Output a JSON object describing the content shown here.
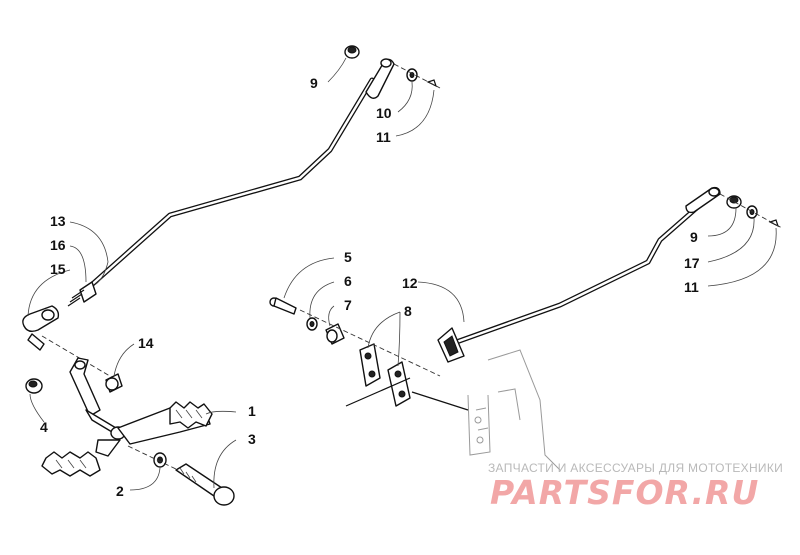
{
  "diagram": {
    "callouts": [
      {
        "id": "c1",
        "text": "1"
      },
      {
        "id": "c2",
        "text": "2"
      },
      {
        "id": "c3",
        "text": "3"
      },
      {
        "id": "c4",
        "text": "4"
      },
      {
        "id": "c5",
        "text": "5"
      },
      {
        "id": "c6",
        "text": "6"
      },
      {
        "id": "c7",
        "text": "7"
      },
      {
        "id": "c8",
        "text": "8"
      },
      {
        "id": "c9a",
        "text": "9"
      },
      {
        "id": "c9b",
        "text": "9"
      },
      {
        "id": "c10",
        "text": "10"
      },
      {
        "id": "c11a",
        "text": "11"
      },
      {
        "id": "c11b",
        "text": "11"
      },
      {
        "id": "c12",
        "text": "12"
      },
      {
        "id": "c13",
        "text": "13"
      },
      {
        "id": "c14",
        "text": "14"
      },
      {
        "id": "c15",
        "text": "15"
      },
      {
        "id": "c16",
        "text": "16"
      },
      {
        "id": "c17",
        "text": "17"
      }
    ]
  },
  "watermark": {
    "subtitle": "ЗАПЧАСТИ И АКСЕССУАРЫ ДЛЯ МОТОТЕХНИКИ",
    "logo": "PARTSFOR.RU"
  }
}
